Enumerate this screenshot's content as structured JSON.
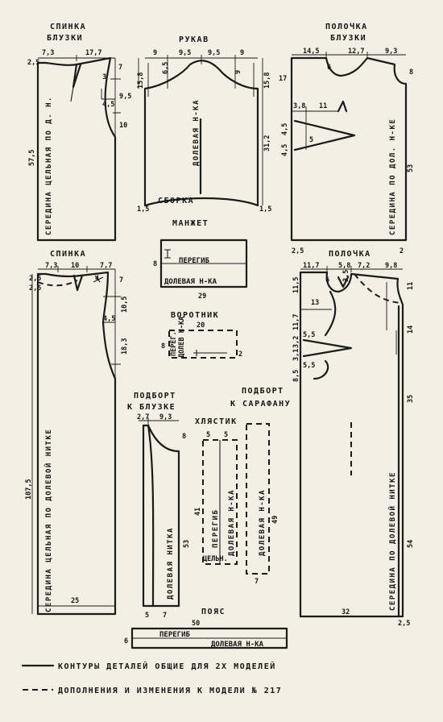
{
  "pieces": {
    "back_blouse": {
      "title_1": "СПИНКА",
      "title_2": "БЛУЗКИ",
      "dims": [
        "7,3",
        "17,7",
        "2,5",
        "7",
        "3",
        "9,5",
        "4,5",
        "10",
        "57,5"
      ],
      "grain": "СЕРЕДИНА ЦЕЛЬНАЯ ПО Д. Н."
    },
    "sleeve": {
      "title": "РУКАВ",
      "dims": [
        "9",
        "9,5",
        "9,5",
        "9",
        "6,5",
        "15,8",
        "15,8",
        "31,2",
        "9",
        "1,5",
        "1,5"
      ],
      "grain": "ДОЛЕВАЯ Н-КА",
      "gather": "СБОРКА"
    },
    "front_blouse": {
      "title_1": "ПОЛОЧКА",
      "title_2": "БЛУЗКИ",
      "dims": [
        "14,5",
        "12,7",
        "9,3",
        "17",
        "6",
        "8",
        "3,8",
        "11",
        "4,5",
        "4,5",
        "5",
        "53",
        "2,5",
        "2"
      ],
      "grain": "СЕРЕДИНА ПО ДОЛ. Н-КЕ"
    },
    "cuff": {
      "title": "МАНЖЕТ",
      "dims": [
        "8",
        "29"
      ],
      "fold": "ПЕРЕГИБ",
      "grain": "ДОЛЕВАЯ Н-КА"
    },
    "collar": {
      "title": "ВОРОТНИК",
      "dims": [
        "20",
        "8",
        "2"
      ],
      "grain": "ДОЛЕВ Н-КА",
      "fold": "ПЕРЕГ."
    },
    "back_dress": {
      "title": "СПИНКА",
      "dims": [
        "2,5",
        "7,3",
        "10",
        "7,7",
        "2,5",
        "7",
        "4",
        "10,5",
        "4,5",
        "18,3",
        "107,5",
        "25"
      ],
      "grain": "СЕРЕДИНА ЦЕЛЬНАЯ ПО ДОЛЕВОЙ НИТКЕ"
    },
    "front_dress": {
      "title": "ПОЛОЧКА",
      "dims": [
        "11,7",
        "5,8",
        "7,2",
        "9,8",
        "11,5",
        "6",
        "3,5",
        "11",
        "13",
        "11,7",
        "14",
        "5,5",
        "5,5",
        "3,2",
        "3,1",
        "8,5",
        "35",
        "54",
        "32",
        "2,5"
      ],
      "grain": "СЕРЕДИНА ПО ДОЛЕВОЙ НИТКЕ"
    },
    "facing_blouse": {
      "title_1": "ПОДБОРТ",
      "title_2": "К БЛУЗКЕ",
      "dims": [
        "2,7",
        "9,3",
        "8",
        "53",
        "5",
        "7"
      ],
      "grain": "ДОЛЕВАЯ НИТКА"
    },
    "half_belt": {
      "title": "ХЛЯСТИК",
      "dims": [
        "5",
        "5",
        "41"
      ],
      "fold": "ПЕРЕГИБ",
      "grain": "ДОЛЕВАЯ Н-КА",
      "whole": "ЦЕЛЬН."
    },
    "facing_sarafan": {
      "title_1": "ПОДБОРТ",
      "title_2": "К САРАФАНУ",
      "dims": [
        "49",
        "7"
      ],
      "grain": "ДОЛЕВАЯ Н-КА"
    },
    "belt": {
      "title": "ПОЯС",
      "dims": [
        "50",
        "6"
      ],
      "fold": "ПЕРЕГИБ",
      "grain": "ДОЛЕВАЯ Н-КА"
    }
  },
  "legend": {
    "solid": "КОНТУРЫ ДЕТАЛЕЙ ОБЩИЕ ДЛЯ 2Х МОДЕЛЕЙ",
    "dashed": "ДОПОЛНЕНИЯ И ИЗМЕНЕНИЯ К МОДЕЛИ № 217"
  }
}
